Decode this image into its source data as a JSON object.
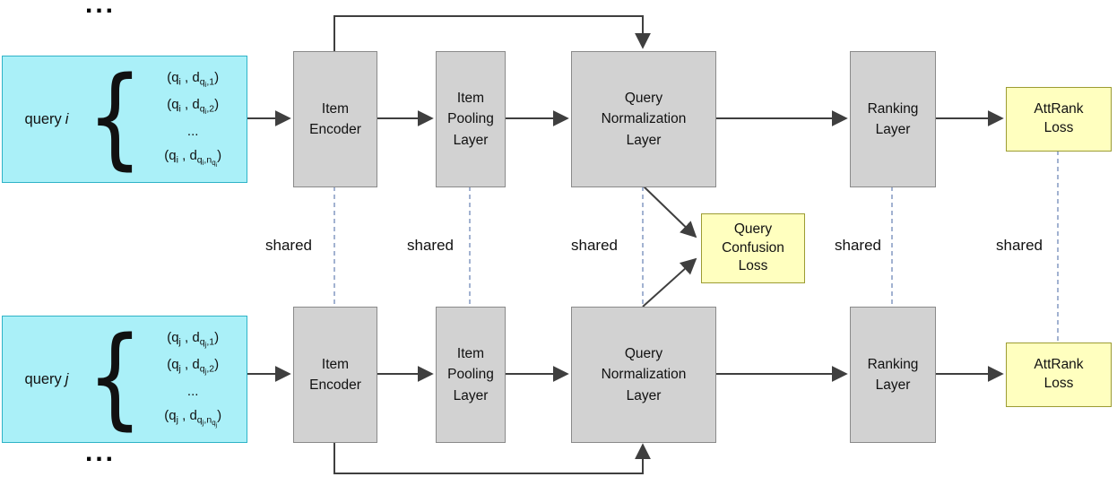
{
  "colors": {
    "query_box_fill": "#aaf0f8",
    "query_box_border": "#2fb3c7",
    "layer_fill": "#d2d2d2",
    "layer_border": "#8a8a8a",
    "loss_fill": "#ffffbf",
    "loss_border": "#9c9c33",
    "arrow": "#3f3f3f",
    "shared_dashed_line": "#7189b8"
  },
  "ellipsis": "...",
  "shared": "shared",
  "brace": "{",
  "layers": {
    "item_encoder": "Item\nEncoder",
    "item_pooling": "Item\nPooling\nLayer",
    "query_norm": "Query\nNormalization\nLayer",
    "ranking": "Ranking\nLayer",
    "attrank": "AttRank\nLoss",
    "confusion": "Query\nConfusion\nLoss"
  },
  "rows": [
    {
      "id": "i",
      "query_word": "query",
      "query_var": "i",
      "pairs": [
        [
          {
            "t": "(q"
          },
          {
            "s": "i"
          },
          {
            "t": " , d"
          },
          {
            "s": "q"
          },
          {
            "ss": "i"
          },
          {
            "s": ",1"
          },
          {
            "t": ")"
          }
        ],
        [
          {
            "t": "(q"
          },
          {
            "s": "i"
          },
          {
            "t": " , d"
          },
          {
            "s": "q"
          },
          {
            "ss": "i"
          },
          {
            "s": ",2"
          },
          {
            "t": ")"
          }
        ],
        [
          {
            "t": "..."
          }
        ],
        [
          {
            "t": "(q"
          },
          {
            "s": "i"
          },
          {
            "t": " , d"
          },
          {
            "s": "q"
          },
          {
            "ss": "i"
          },
          {
            "s": ",n"
          },
          {
            "ss": "q"
          },
          {
            "sss": "i"
          },
          {
            "t": ")"
          }
        ]
      ]
    },
    {
      "id": "j",
      "query_word": "query",
      "query_var": "j",
      "pairs": [
        [
          {
            "t": "(q"
          },
          {
            "s": "j"
          },
          {
            "t": " , d"
          },
          {
            "s": "q"
          },
          {
            "ss": "j"
          },
          {
            "s": ",1"
          },
          {
            "t": ")"
          }
        ],
        [
          {
            "t": "(q"
          },
          {
            "s": "j"
          },
          {
            "t": " , d"
          },
          {
            "s": "q"
          },
          {
            "ss": "j"
          },
          {
            "s": ",2"
          },
          {
            "t": ")"
          }
        ],
        [
          {
            "t": "..."
          }
        ],
        [
          {
            "t": "(q"
          },
          {
            "s": "j"
          },
          {
            "t": " , d"
          },
          {
            "s": "q"
          },
          {
            "ss": "j"
          },
          {
            "s": ",n"
          },
          {
            "ss": "q"
          },
          {
            "sss": "j"
          },
          {
            "t": ")"
          }
        ]
      ]
    }
  ]
}
